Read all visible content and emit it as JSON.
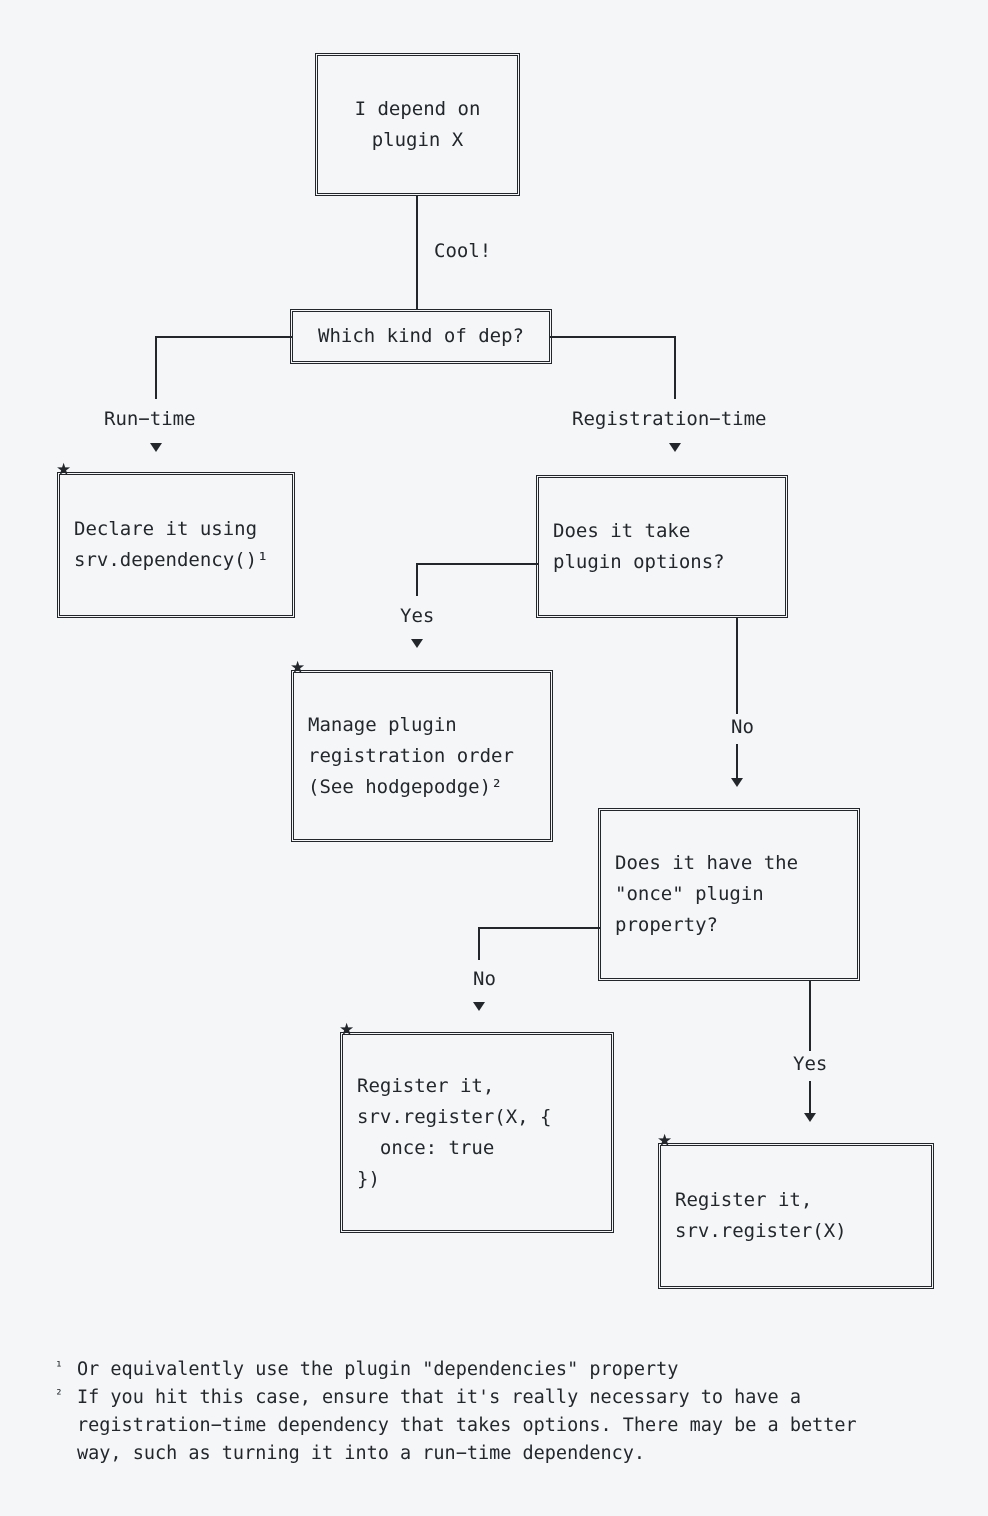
{
  "diagram": {
    "title": "Plugin dependency decision flowchart",
    "background_color": "#f4f6f8",
    "ink_color": "#23272b",
    "star_glyph": "★",
    "nodes": [
      {
        "id": "start",
        "kind": "terminal",
        "star": false,
        "text": "I depend on\nplugin X"
      },
      {
        "id": "which-kind",
        "kind": "decision",
        "star": false,
        "text": "Which kind of dep?"
      },
      {
        "id": "declare",
        "kind": "terminal",
        "star": true,
        "text": "Declare it using\nsrv.dependency()¹"
      },
      {
        "id": "takes-opts",
        "kind": "decision",
        "star": false,
        "text": "Does it take\nplugin options?"
      },
      {
        "id": "manage-order",
        "kind": "terminal",
        "star": true,
        "text": "Manage plugin\nregistration order\n(See hodgepodge)²"
      },
      {
        "id": "once-prop",
        "kind": "decision",
        "star": false,
        "text": "Does it have the\n\"once\" plugin\nproperty?"
      },
      {
        "id": "reg-once",
        "kind": "terminal",
        "star": true,
        "text": "Register it,\nsrv.register(X, {\n  once: true\n})"
      },
      {
        "id": "reg-plain",
        "kind": "terminal",
        "star": true,
        "text": "Register it,\nsrv.register(X)"
      }
    ],
    "edges": [
      {
        "id": "e-cool",
        "from": "start",
        "to": "which-kind",
        "label": "Cool!",
        "arrowhead": false
      },
      {
        "id": "e-runtime",
        "from": "which-kind",
        "to": "declare",
        "label": "Run−time",
        "arrowhead": true
      },
      {
        "id": "e-regtime",
        "from": "which-kind",
        "to": "takes-opts",
        "label": "Registration−time",
        "arrowhead": true
      },
      {
        "id": "e-opts-yes",
        "from": "takes-opts",
        "to": "manage-order",
        "label": "Yes",
        "arrowhead": true
      },
      {
        "id": "e-opts-no",
        "from": "takes-opts",
        "to": "once-prop",
        "label": "No",
        "arrowhead": true
      },
      {
        "id": "e-once-no",
        "from": "once-prop",
        "to": "reg-once",
        "label": "No",
        "arrowhead": true
      },
      {
        "id": "e-once-yes",
        "from": "once-prop",
        "to": "reg-plain",
        "label": "Yes",
        "arrowhead": true
      }
    ]
  },
  "footnotes": [
    {
      "mark": "¹",
      "text": "Or equivalently use the plugin \"dependencies\" property"
    },
    {
      "mark": "²",
      "text": "If you hit this case, ensure that it's really necessary to have a\nregistration−time dependency that takes options. There may be a better\nway, such as turning it into a run−time dependency."
    }
  ]
}
